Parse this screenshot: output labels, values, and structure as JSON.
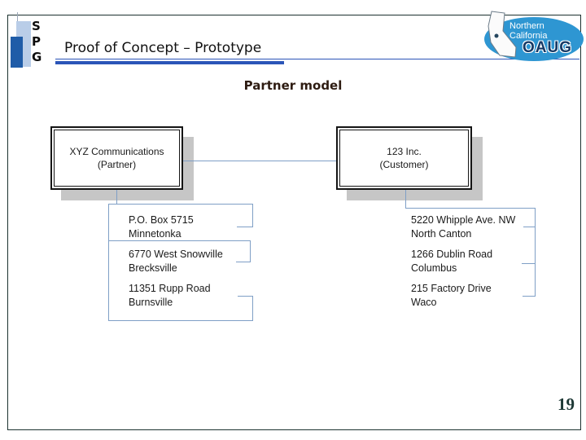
{
  "slide": {
    "title": "Proof of Concept – Prototype",
    "subtitle": "Partner model",
    "page_number": "19",
    "spg_logo": {
      "letter1": "S",
      "letter2": "P",
      "letter3": "G"
    },
    "oaug_logo": {
      "region_line1": "Northern",
      "region_line2": "California",
      "org": "OAUG"
    }
  },
  "diagram": {
    "partner": {
      "box": {
        "line1": "XYZ Communications",
        "line2": "(Partner)"
      },
      "addresses": [
        {
          "line1": "P.O. Box 5715",
          "line2": "Minnetonka"
        },
        {
          "line1": "6770 West Snowville",
          "line2": "Brecksville"
        },
        {
          "line1": "11351 Rupp Road",
          "line2": "Burnsville"
        }
      ]
    },
    "customer": {
      "box": {
        "line1": "123 Inc.",
        "line2": "(Customer)"
      },
      "addresses": [
        {
          "line1": "5220 Whipple Ave. NW",
          "line2": "North Canton"
        },
        {
          "line1": "1266 Dublin Road",
          "line2": "Columbus"
        },
        {
          "line1": "215 Factory Drive",
          "line2": "Waco"
        }
      ]
    }
  },
  "colors": {
    "accent_underline": "#2b55b8",
    "connector_blue": "#7f9fc6",
    "box_border": "#151515",
    "shadow_gray": "#c6c6c6",
    "slide_border": "#1c3230",
    "spg_light_blue": "#b9cde8",
    "spg_dark_blue": "#1f5ca8",
    "oaug_ellipse_blue": "#2e96d2",
    "oaug_text_navy": "#173a66",
    "subtitle_color": "#2e1c12",
    "page_number_color": "#1d3835"
  }
}
